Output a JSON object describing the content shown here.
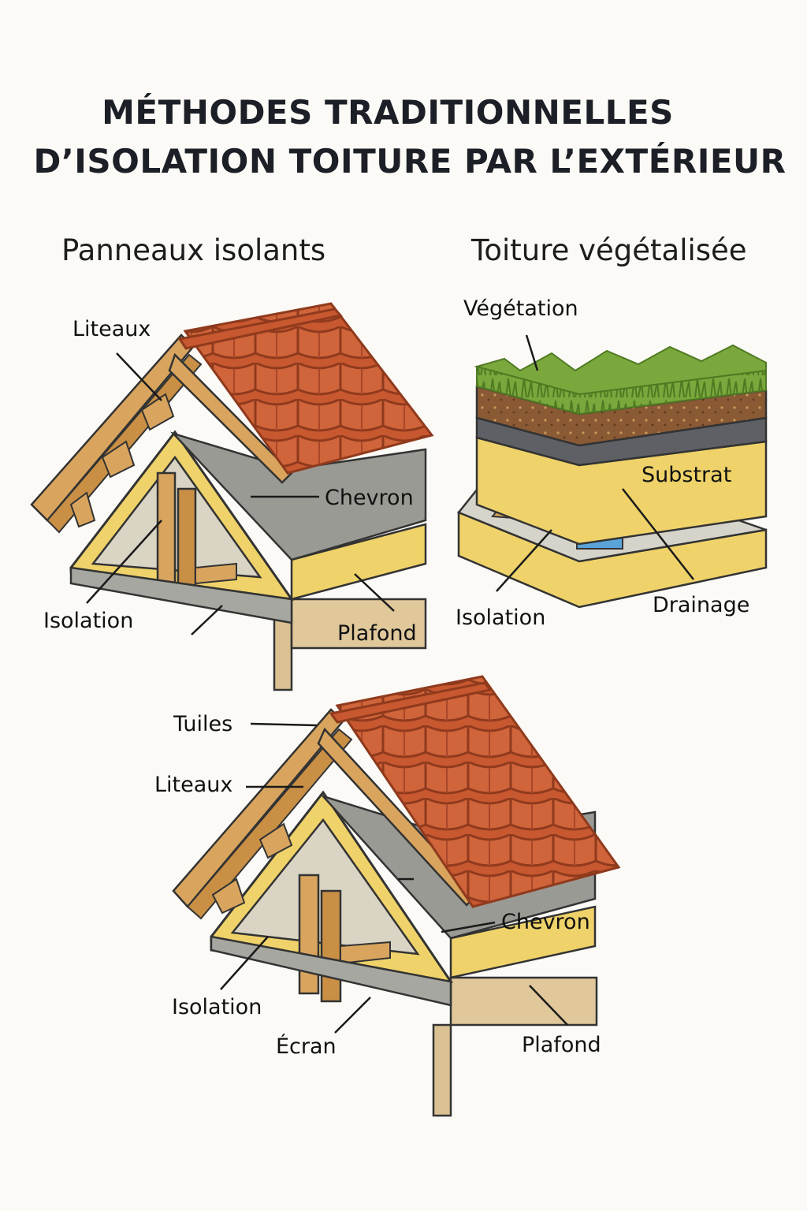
{
  "title": {
    "line1": "MÉTHODES TRADITIONNELLES",
    "line2": "D’ISOLATION TOITURE PAR L’EXTÉRIEUR"
  },
  "panels": {
    "panneaux": {
      "heading": "Panneaux isolants",
      "labels": {
        "liteaux": "Liteaux",
        "chevron": "Chevron",
        "isolation": "Isolation",
        "plafond": "Plafond"
      }
    },
    "vegetalisee": {
      "heading": "Toiture végétalisée",
      "labels": {
        "vegetation": "Végétation",
        "substrat": "Substrat",
        "isolation": "Isolation",
        "drainage": "Drainage"
      }
    },
    "traditionnelle": {
      "labels": {
        "tuiles": "Tuiles",
        "liteaux": "Liteaux",
        "chevron": "Chevron",
        "isolation": "Isolation",
        "ecran": "Écran",
        "plafond": "Plafond"
      }
    }
  },
  "colors": {
    "tile": "#c8582f",
    "tile_dark": "#8f3a1d",
    "wood": "#d9a55e",
    "insulation": "#efd36a",
    "membrane": "#9a9a95",
    "wall": "#e0c89b",
    "grass": "#6c9b35",
    "soil": "#8a5a34"
  }
}
